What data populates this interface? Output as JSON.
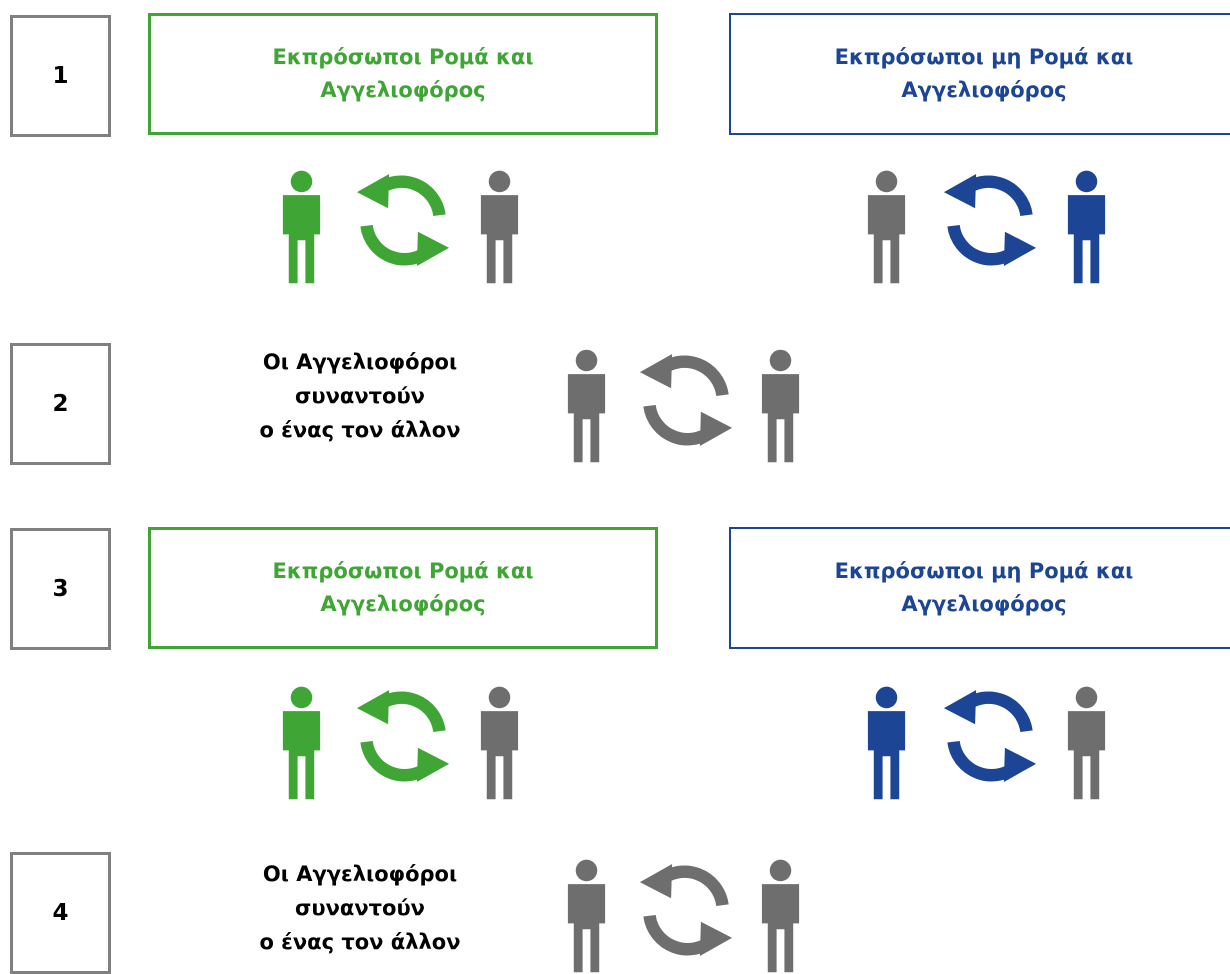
{
  "colors": {
    "roma_green": "#3fa535",
    "non_roma_blue": "#1c4595",
    "neutral_gray": "#6e6e6e",
    "step_border": "#808080"
  },
  "steps": [
    {
      "number": "1",
      "roma_box": {
        "label_line1": "Εκπρόσωποι Ρομά και",
        "label_line2": "Αγγελιοφόρος"
      },
      "non_roma_box": {
        "label_line1": "Εκπρόσωποι μη Ρομά και",
        "label_line2": "Αγγελιοφόρος"
      },
      "icons": [
        "person-icon-green",
        "exchange-arrows-icon-green",
        "person-icon-gray",
        "person-icon-gray",
        "exchange-arrows-icon-blue",
        "person-icon-blue"
      ]
    },
    {
      "number": "2",
      "text": {
        "line1": "Οι Αγγελιοφόροι",
        "line2": "συναντούν",
        "line3": "ο ένας τον άλλον"
      },
      "icons": [
        "person-icon-gray",
        "exchange-arrows-icon-gray",
        "person-icon-gray"
      ]
    },
    {
      "number": "3",
      "roma_box": {
        "label_line1": "Εκπρόσωποι Ρομά και",
        "label_line2": "Αγγελιοφόρος"
      },
      "non_roma_box": {
        "label_line1": "Εκπρόσωποι μη Ρομά και",
        "label_line2": "Αγγελιοφόρος"
      },
      "icons": [
        "person-icon-green",
        "exchange-arrows-icon-green",
        "person-icon-gray",
        "person-icon-blue",
        "exchange-arrows-icon-blue",
        "person-icon-gray"
      ]
    },
    {
      "number": "4",
      "text": {
        "line1": "Οι Αγγελιοφόροι",
        "line2": "συναντούν",
        "line3": "ο ένας τον άλλον"
      },
      "icons": [
        "person-icon-gray",
        "exchange-arrows-icon-gray",
        "person-icon-gray"
      ]
    }
  ]
}
